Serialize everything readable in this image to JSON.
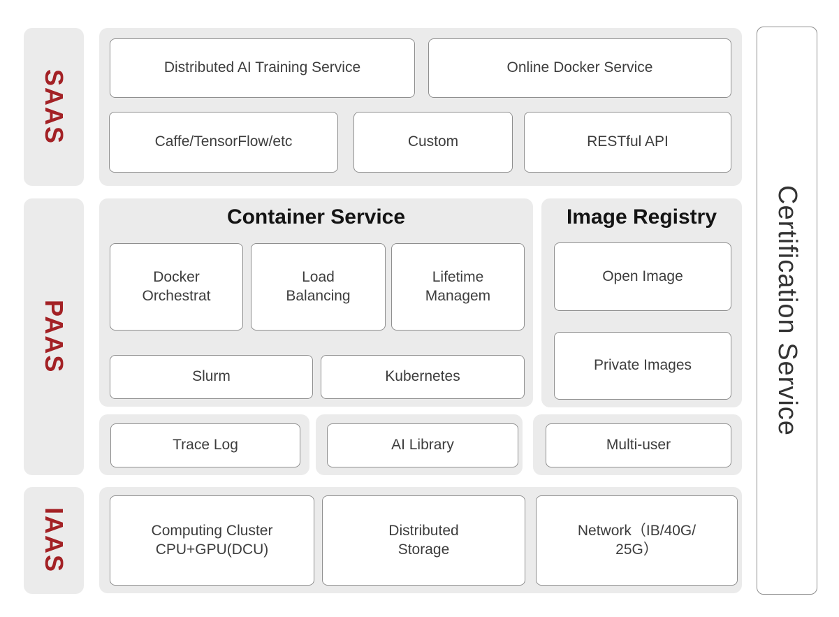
{
  "colors": {
    "accent_red": "#a32125",
    "panel_gray": "#ebebeb",
    "box_border": "#8f8f8f",
    "text_dark": "#3d3d3d",
    "title_black": "#141414"
  },
  "saas": {
    "label": "SAAS",
    "row1": {
      "box1": "Distributed AI Training Service",
      "box2": "Online Docker Service"
    },
    "row2": {
      "box1": "Caffe/TensorFlow/etc",
      "box2": "Custom",
      "box3": "RESTful API"
    }
  },
  "paas": {
    "label": "PAAS",
    "container_service": {
      "title": "Container Service",
      "docker_orchestrat": [
        "Docker",
        "Orchestrat"
      ],
      "load_balancing": [
        "Load",
        "Balancing"
      ],
      "lifetime_managem": [
        "Lifetime",
        "Managem"
      ],
      "slurm": "Slurm",
      "kubernetes": "Kubernetes"
    },
    "image_registry": {
      "title": "Image Registry",
      "open_image": "Open Image",
      "private_images": "Private Images"
    },
    "extras": {
      "trace_log": "Trace Log",
      "ai_library": "AI Library",
      "multi_user": "Multi-user"
    }
  },
  "iaas": {
    "label": "IAAS",
    "computing_cluster": [
      "Computing Cluster",
      "CPU+GPU(DCU)"
    ],
    "distributed_storage": [
      "Distributed",
      "Storage"
    ],
    "network": [
      "Network（IB/40G/",
      "25G）"
    ]
  },
  "certification": {
    "label": "Certification Service"
  }
}
